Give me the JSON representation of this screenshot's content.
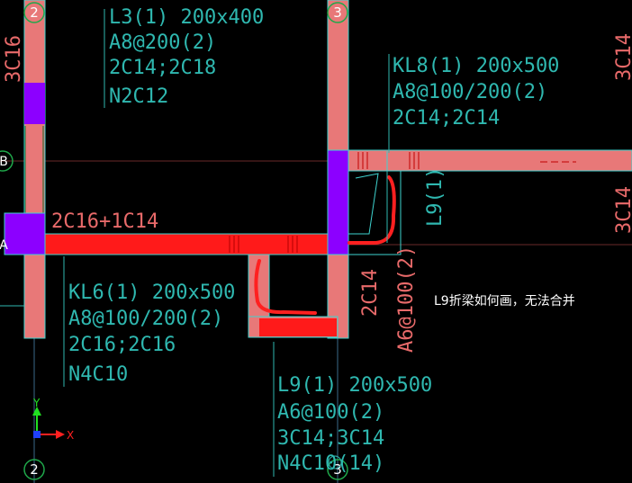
{
  "colors": {
    "background": "#000000",
    "beam_fill": "#e87878",
    "beam_edge": "#3ed3cf",
    "column": "#8c00ff",
    "highlight_red": "#ff1a1a",
    "annotation": "#2fb8b0",
    "rebar_text": "#e86a6a",
    "sketch": "#ff2020",
    "axis_x": "#ff2020",
    "axis_y": "#20e020"
  },
  "axes": {
    "axis_2_top": "2",
    "axis_3_top": "3",
    "axis_2_bottom": "2",
    "axis_3_bottom": "3",
    "axis_b": "B",
    "axis_a": "A"
  },
  "beams": {
    "l3": [
      "L3(1) 200x400",
      "A8@200(2)",
      "2C14;2C18",
      "N2C12"
    ],
    "kl8": [
      "KL8(1) 200x500",
      "A8@100/200(2)",
      "2C14;2C14"
    ],
    "kl6": [
      "KL6(1) 200x500",
      "A8@100/200(2)",
      "2C16;2C16",
      "N4C10"
    ],
    "l9_bottom": [
      "L9(1) 200x500",
      "A6@100(2)",
      "3C14;3C14",
      "N4C10(14)"
    ],
    "l9_tag": "L9(1)",
    "left_col_rebar": "3C16",
    "span_rebar": "2C16+1C14",
    "vertical_rebar": [
      "2C14",
      "A6@100(2)"
    ],
    "right_edge_top": "3C14",
    "right_edge_mid": "3C14"
  },
  "note": "L9折梁如何画，无法合并",
  "ucs": {
    "x_label": "X",
    "y_label": "Y"
  }
}
